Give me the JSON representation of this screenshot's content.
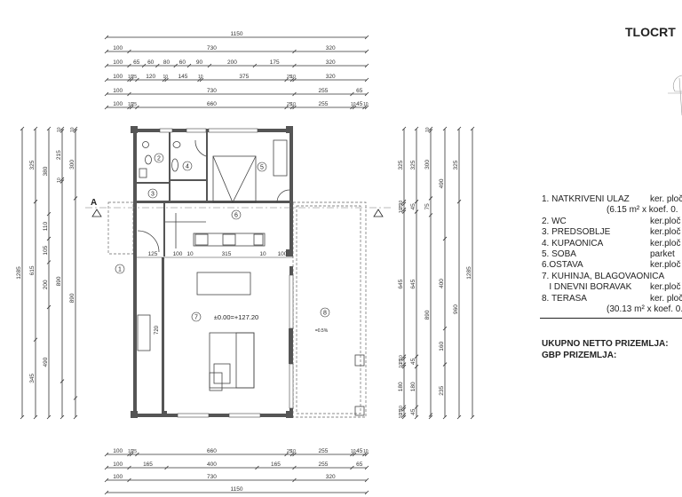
{
  "title": "TLOCRT",
  "dimensions": {
    "top": [
      [
        1150
      ],
      [
        100,
        730,
        320
      ],
      [
        100,
        65,
        60,
        80,
        60,
        90,
        200,
        175,
        320
      ],
      [
        100,
        10,
        25,
        120,
        10,
        145,
        10,
        375,
        25,
        10,
        320
      ],
      [
        100,
        730,
        255,
        65
      ],
      [
        100,
        10,
        25,
        660,
        25,
        10,
        255,
        10,
        45,
        10
      ]
    ],
    "bottom": [
      [
        100,
        10,
        25,
        660,
        25,
        10,
        255,
        10,
        45,
        10
      ],
      [
        100,
        165,
        400,
        165,
        255,
        65
      ],
      [
        100,
        730,
        320
      ],
      [
        1150
      ]
    ],
    "left": [
      [
        1285
      ],
      [
        325,
        615,
        345
      ],
      [
        380,
        110,
        105,
        200,
        490
      ],
      [
        10,
        215,
        10,
        890
      ],
      [
        10,
        300,
        890
      ]
    ],
    "right": [
      [
        325,
        10,
        25,
        10,
        645,
        10,
        25,
        10,
        180,
        10,
        25,
        10
      ],
      [
        325,
        45,
        645,
        45,
        180,
        45
      ],
      [
        10,
        300,
        75,
        890
      ],
      [
        490,
        400,
        160,
        235
      ],
      [
        325,
        960
      ],
      [
        1285
      ]
    ],
    "inner": [
      "125",
      "100",
      "10",
      "315",
      "10",
      "100"
    ]
  },
  "plan": {
    "rooms": [
      "1",
      "2",
      "3",
      "4",
      "5",
      "6",
      "7",
      "8"
    ],
    "elevation": "±0.00=+127.20",
    "slope": "=0.5%",
    "height_mark": "720",
    "section_marker": "A"
  },
  "legend": [
    {
      "name": "1. NATKRIVENI ULAZ",
      "material": "ker. ploč"
    },
    {
      "name": "",
      "note": "(6.15 m² x koef. 0."
    },
    {
      "name": "2. WC",
      "material": "ker.ploč"
    },
    {
      "name": "3. PREDSOBLJE",
      "material": "ker.ploč"
    },
    {
      "name": "4. KUPAONICA",
      "material": "ker.ploč"
    },
    {
      "name": "5. SOBA",
      "material": "parket"
    },
    {
      "name": "6.OSTAVA",
      "material": "ker.ploč"
    },
    {
      "name": "7. KUHINJA, BLAGOVAONICA",
      "material": ""
    },
    {
      "name": "   I DNEVNI BORAVAK",
      "material": "ker.ploč"
    },
    {
      "name": "8. TERASA",
      "material": "ker. ploč"
    },
    {
      "name": "",
      "note": "(30.13 m² x koef. 0.5"
    }
  ],
  "totals": {
    "net": "UKUPNO NETTO PRIZEMLJA:",
    "gbp": "GBP PRIZEMLJA:"
  }
}
